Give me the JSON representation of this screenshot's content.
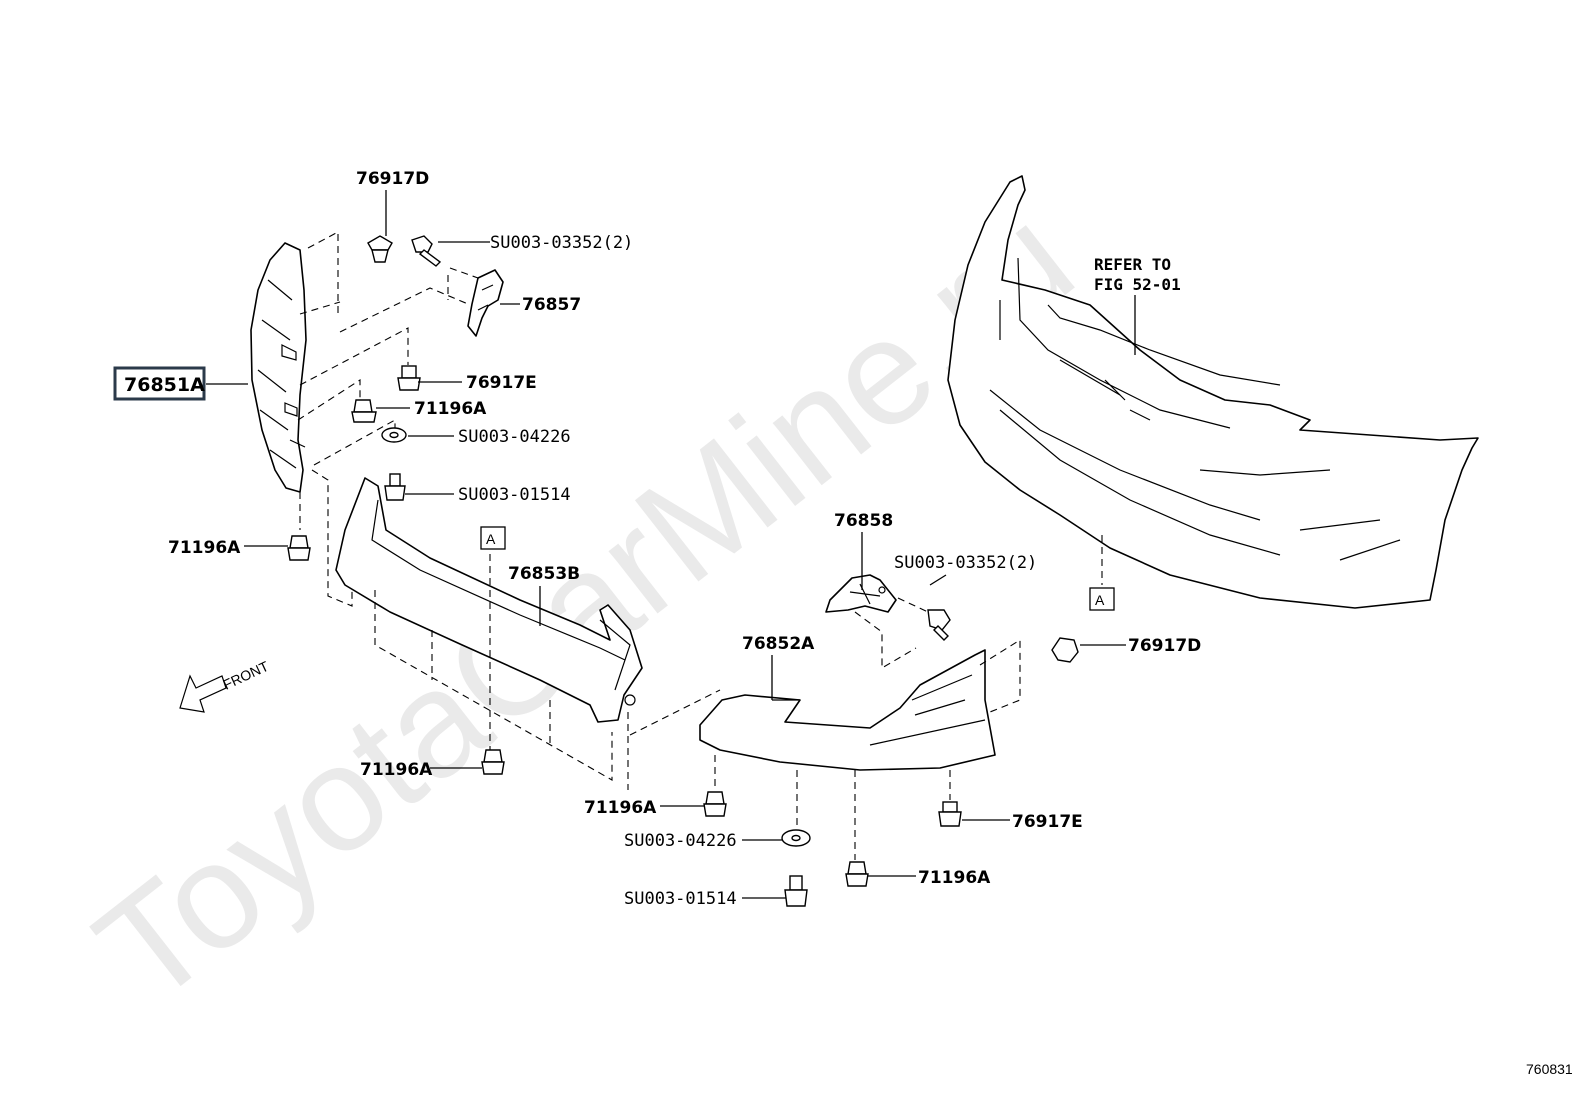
{
  "watermark": "ToyotaCarMine.ru",
  "figure_number": "760831",
  "refer_note": {
    "line1": "REFER TO",
    "line2": "FIG 52-01"
  },
  "front_label": "FRONT",
  "section_marker": "A",
  "highlight_part": "76851A",
  "labels": {
    "p76917D_top": "76917D",
    "su03352_top": "SU003-03352(2)",
    "p76857": "76857",
    "p76917E_top": "76917E",
    "p71196A_upper": "71196A",
    "su04226_top": "SU003-04226",
    "su01514_top": "SU003-01514",
    "p71196A_left": "71196A",
    "p76853B": "76853B",
    "p71196A_bottom_left": "71196A",
    "p71196A_center": "71196A",
    "p76858": "76858",
    "su03352_right": "SU003-03352(2)",
    "p76852A": "76852A",
    "p76917D_right": "76917D",
    "p76917E_right": "76917E",
    "su04226_bottom": "SU003-04226",
    "su01514_bottom": "SU003-01514",
    "p71196A_bottom_right": "71196A"
  }
}
